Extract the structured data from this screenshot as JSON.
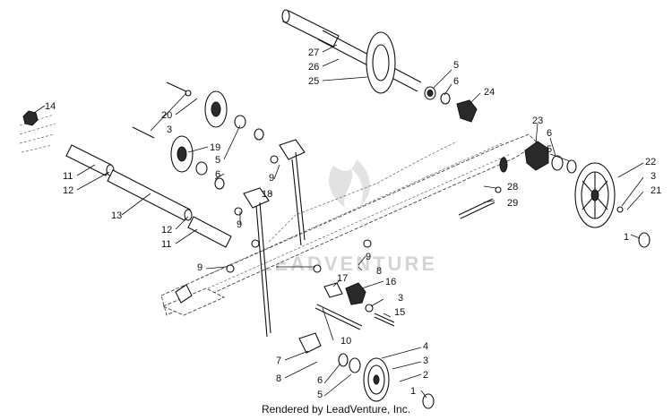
{
  "watermark": "LEADVENTURE",
  "footer": "Rendered by LeadVenture, Inc.",
  "callouts": {
    "c27": "27",
    "c26": "26",
    "c25": "25",
    "c5a": "5",
    "c6a": "6",
    "c24": "24",
    "c14": "14",
    "c20": "20",
    "c3a": "3",
    "c19": "19",
    "c5b": "5",
    "c6b": "6",
    "c11a": "11",
    "c12a": "12",
    "c13": "13",
    "c12b": "12",
    "c11b": "11",
    "c9a": "9",
    "c18": "18",
    "c9b": "9",
    "c23": "23",
    "c6c": "6",
    "c5c": "5",
    "c22": "22",
    "c3b": "3",
    "c21": "21",
    "c1a": "1",
    "c28": "28",
    "c29": "29",
    "c9c": "9",
    "c8a": "8",
    "c9d": "9",
    "c17": "17",
    "c16": "16",
    "c3c": "3",
    "c15": "15",
    "c10": "10",
    "c4": "4",
    "c3d": "3",
    "c2": "2",
    "c1b": "1",
    "c7": "7",
    "c8b": "8",
    "c6d": "6",
    "c5d": "5"
  }
}
